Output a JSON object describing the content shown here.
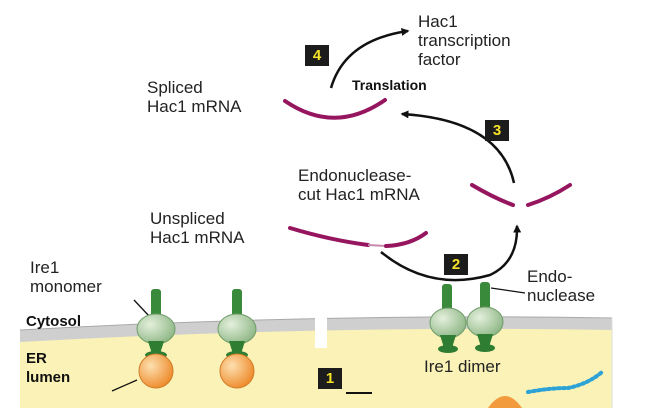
{
  "labels": {
    "product": "Hac1\ntranscription\nfactor",
    "spliced": "Spliced\nHac1 mRNA",
    "translation": "Translation",
    "cut": "Endonuclease-\ncut Hac1 mRNA",
    "unspliced": "Unspliced\nHac1 mRNA",
    "ire1_monomer": "Ire1\nmonomer",
    "endonuclease": "Endo-\nnuclease",
    "cytosol": "Cytosol",
    "er_lumen": "ER\nlumen",
    "ire1_dimer": "Ire1 dimer"
  },
  "steps": [
    "1",
    "2",
    "3",
    "4"
  ],
  "colors": {
    "mrna": "#96155f",
    "protein": "#3a8a3c",
    "protein_light": "#bcd6b4",
    "chaperone": "#f29b3c",
    "lumen": "#faf2b6",
    "membrane": "#cfcfcf",
    "badge_bg": "#1c1c1c",
    "badge_text": "#f5e22a",
    "unfolded_chain": "#2ca2d6"
  }
}
